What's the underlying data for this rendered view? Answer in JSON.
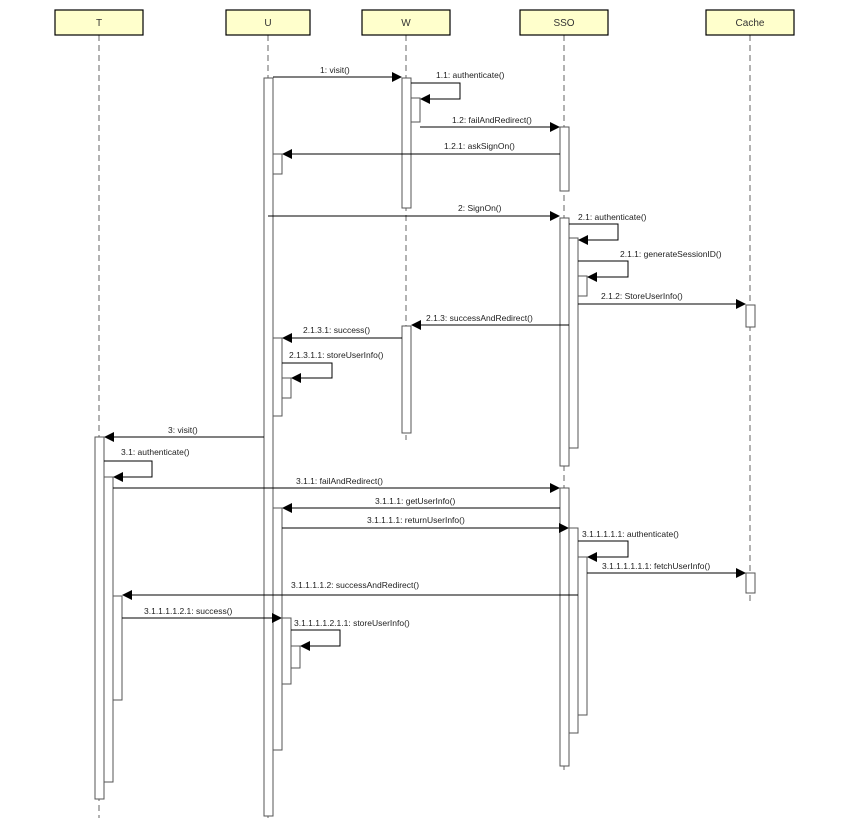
{
  "participants": [
    {
      "id": "T",
      "label": "T"
    },
    {
      "id": "U",
      "label": "U"
    },
    {
      "id": "W",
      "label": "W"
    },
    {
      "id": "SSO",
      "label": "SSO"
    },
    {
      "id": "Cache",
      "label": "Cache"
    }
  ],
  "messages": [
    {
      "id": "m1",
      "label": "1: visit()",
      "from": "U",
      "to": "W"
    },
    {
      "id": "m2",
      "label": "1.1: authenticate()",
      "from": "W",
      "to": "W"
    },
    {
      "id": "m3",
      "label": "1.2: failAndRedirect()",
      "from": "W",
      "to": "SSO"
    },
    {
      "id": "m4",
      "label": "1.2.1: askSignOn()",
      "from": "SSO",
      "to": "U"
    },
    {
      "id": "m5",
      "label": "2: SignOn()",
      "from": "U",
      "to": "SSO"
    },
    {
      "id": "m6",
      "label": "2.1: authenticate()",
      "from": "SSO",
      "to": "SSO"
    },
    {
      "id": "m7",
      "label": "2.1.1: generateSessionID()",
      "from": "SSO",
      "to": "SSO"
    },
    {
      "id": "m8",
      "label": "2.1.2: StoreUserInfo()",
      "from": "SSO",
      "to": "Cache"
    },
    {
      "id": "m9",
      "label": "2.1.3: successAndRedirect()",
      "from": "SSO",
      "to": "W"
    },
    {
      "id": "m10",
      "label": "2.1.3.1: success()",
      "from": "W",
      "to": "U"
    },
    {
      "id": "m11",
      "label": "2.1.3.1.1: storeUserInfo()",
      "from": "U",
      "to": "U"
    },
    {
      "id": "m12",
      "label": "3: visit()",
      "from": "U",
      "to": "T"
    },
    {
      "id": "m13",
      "label": "3.1: authenticate()",
      "from": "T",
      "to": "T"
    },
    {
      "id": "m14",
      "label": "3.1.1: failAndRedirect()",
      "from": "T",
      "to": "SSO"
    },
    {
      "id": "m15",
      "label": "3.1.1.1: getUserInfo()",
      "from": "SSO",
      "to": "U"
    },
    {
      "id": "m16",
      "label": "3.1.1.1.1: returnUserInfo()",
      "from": "U",
      "to": "SSO"
    },
    {
      "id": "m17",
      "label": "3.1.1.1.1.1: authenticate()",
      "from": "SSO",
      "to": "SSO"
    },
    {
      "id": "m18",
      "label": "3.1.1.1.1.1.1: fetchUserInfo()",
      "from": "SSO",
      "to": "Cache"
    },
    {
      "id": "m19",
      "label": "3.1.1.1.1.2: successAndRedirect()",
      "from": "SSO",
      "to": "T"
    },
    {
      "id": "m20",
      "label": "3.1.1.1.1.2.1: success()",
      "from": "T",
      "to": "U"
    },
    {
      "id": "m21",
      "label": "3.1.1.1.1.2.1.1: storeUserInfo()",
      "from": "U",
      "to": "U"
    }
  ]
}
